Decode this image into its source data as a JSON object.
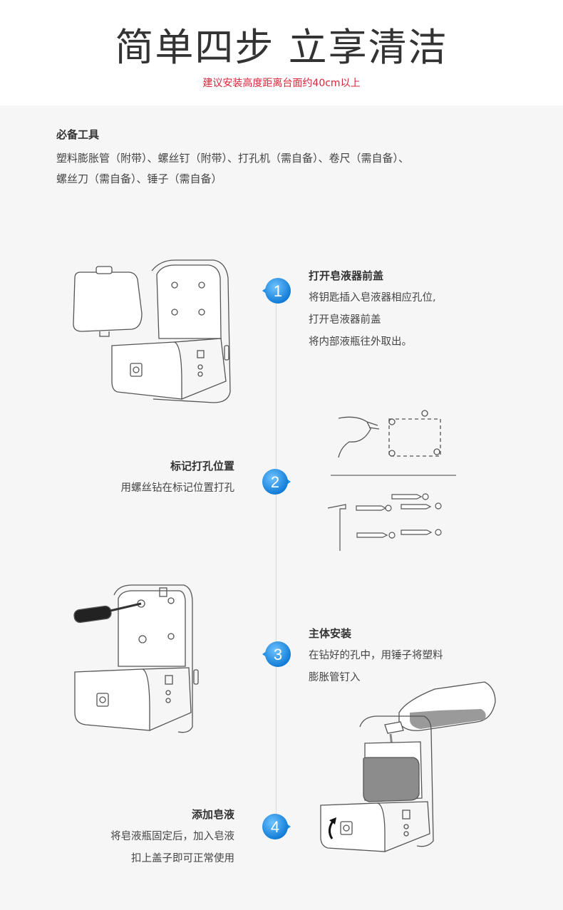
{
  "header": {
    "title": "简单四步  立享清洁",
    "subtitle": "建议安装高度距离台面约40cm以上"
  },
  "tools": {
    "heading": "必备工具",
    "line1": "塑料膨胀管（附带）、螺丝钉（附带）、打孔机（需自备）、卷尺（需自备）、",
    "line2": "螺丝刀（需自备）、锤子（需自备）"
  },
  "steps": [
    {
      "number": "1",
      "title": "打开皂液器前盖",
      "lines": [
        "将钥匙插入皂液器相应孔位,",
        "打开皂液器前盖",
        "将内部液瓶往外取出。"
      ]
    },
    {
      "number": "2",
      "title": "标记打孔位置",
      "lines": [
        "用螺丝钻在标记位置打孔"
      ]
    },
    {
      "number": "3",
      "title": "主体安装",
      "lines": [
        "在钻好的孔中，用锤子将塑料",
        "膨胀管钉入"
      ]
    },
    {
      "number": "4",
      "title": "添加皂液",
      "lines": [
        "将皂液瓶固定后，加入皂液",
        "扣上盖子即可正常使用"
      ]
    }
  ],
  "colors": {
    "accent_red": "#d8263a",
    "badge_blue": "#1a8fe0",
    "line_gray": "#d9d9d9"
  },
  "icons": [
    "dispenser-illustration",
    "drill-illustration",
    "anchor-screws-illustration",
    "screwdriver-illustration",
    "pouring-bottle-illustration"
  ]
}
